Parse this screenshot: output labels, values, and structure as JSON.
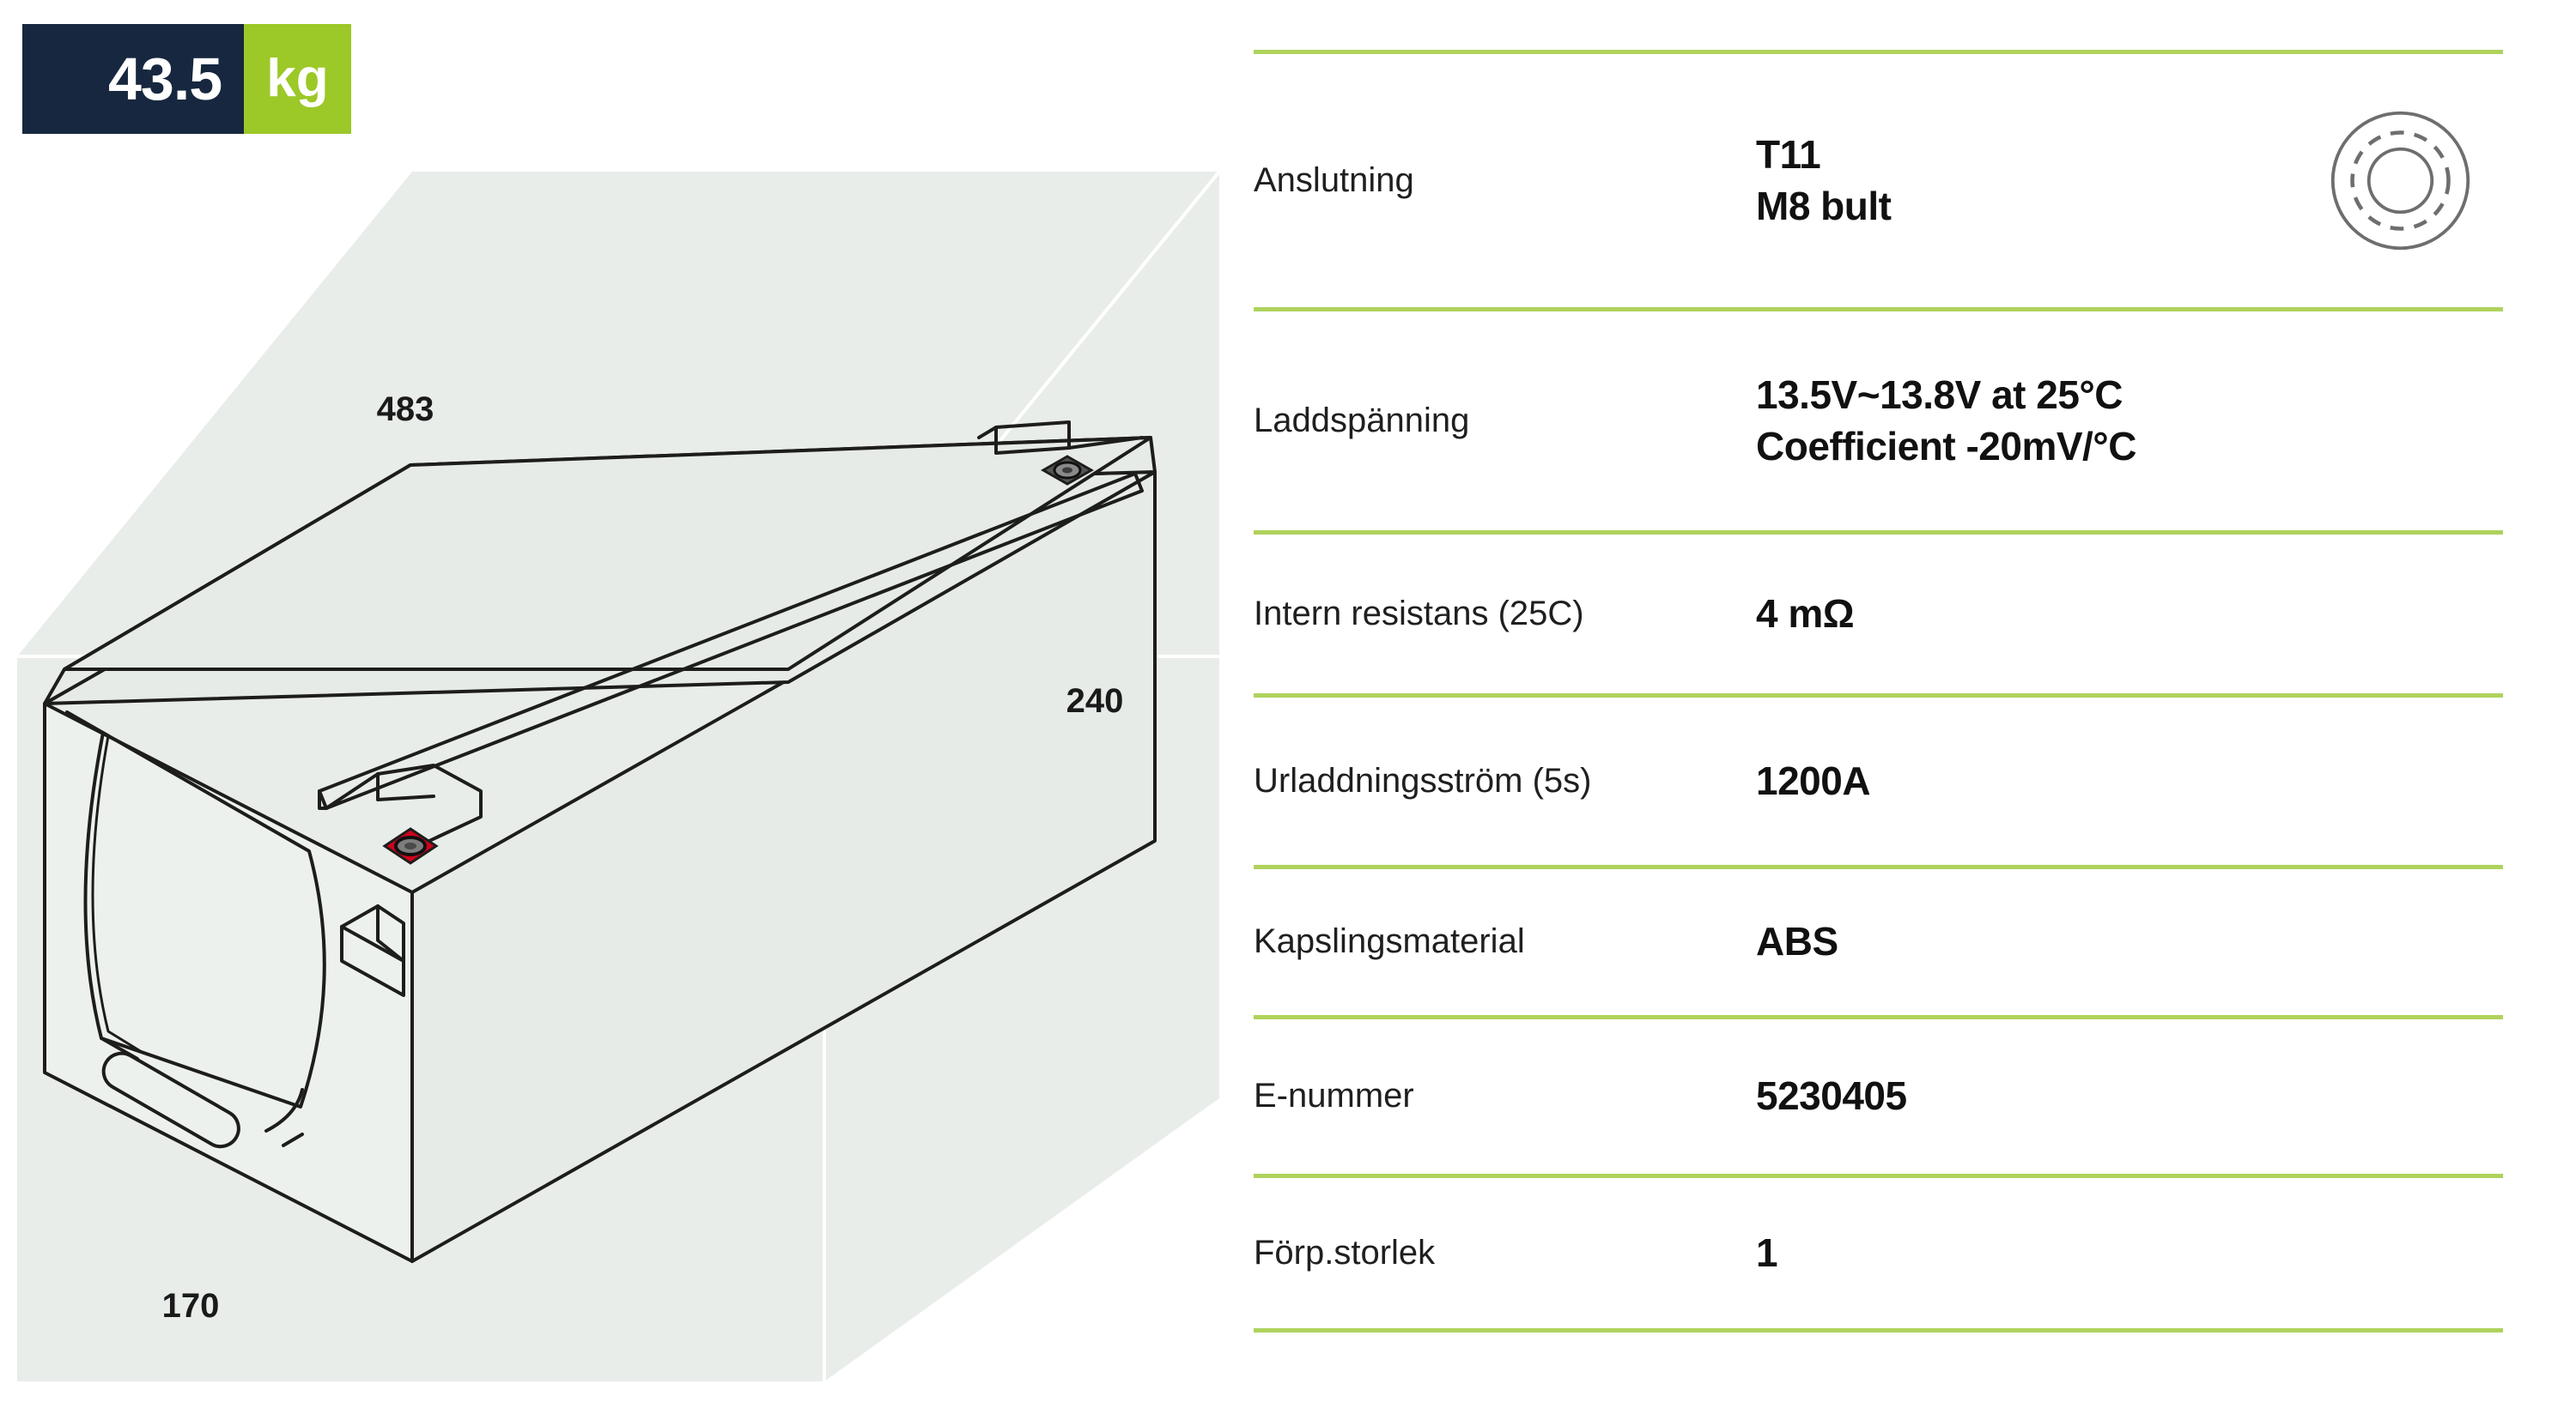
{
  "badge": {
    "name": "weight-badge",
    "value": "43.5",
    "unit": "kg",
    "value_bg": "#16273F",
    "unit_bg": "#9CC828"
  },
  "illustration": {
    "name": "battery-isometric-drawing",
    "dimensions": {
      "length": "483",
      "height": "240",
      "width": "170"
    },
    "body_fill": "#E6EBE7",
    "shadow_fill": "#E9EDEA",
    "outline": "#1d1d1b",
    "terminal_pad": "#D0021B"
  },
  "spec_table": {
    "name": "specification-table",
    "separator_color": "#AFD25C",
    "rows": [
      {
        "label": "Anslutning",
        "value_line1": "T11",
        "value_line2": "M8 bult",
        "icon": "terminal-washer-icon"
      },
      {
        "label": "Laddspänning",
        "value_line1": "13.5V~13.8V at 25°C",
        "value_line2": "Coefficient -20mV/°C",
        "icon": null
      },
      {
        "label": "Intern resistans (25C)",
        "value_line1": "4 mΩ",
        "value_line2": "",
        "icon": null
      },
      {
        "label": "Urladdningsström (5s)",
        "value_line1": "1200A",
        "value_line2": "",
        "icon": null
      },
      {
        "label": "Kapslingsmaterial",
        "value_line1": "ABS",
        "value_line2": "",
        "icon": null
      },
      {
        "label": "E-nummer",
        "value_line1": "5230405",
        "value_line2": "",
        "icon": null
      },
      {
        "label": "Förp.storlek",
        "value_line1": "1",
        "value_line2": "",
        "icon": null
      }
    ]
  }
}
